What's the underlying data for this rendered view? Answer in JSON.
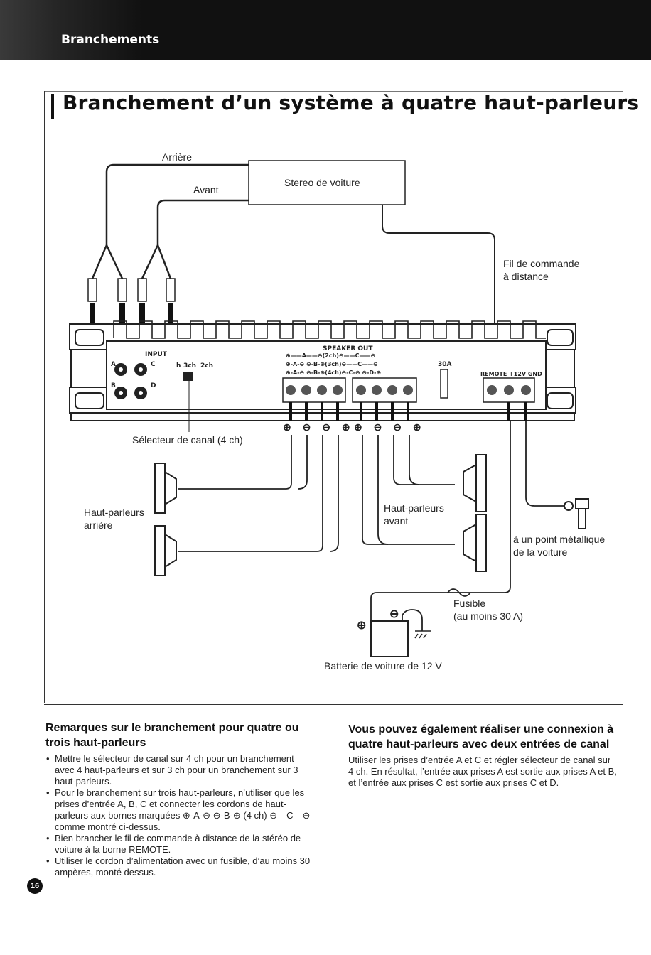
{
  "header": {
    "section_tab": "Branchements",
    "title": "Branchement d’un système à quatre haut-parleurs"
  },
  "diagram": {
    "label_rear": "Arrière",
    "label_front": "Avant",
    "label_stereo": "Stereo de voiture",
    "label_remote_wire_line1": "Fil de commande",
    "label_remote_wire_line2": "à distance",
    "amp_input": "INPUT",
    "amp_input_a": "A",
    "amp_input_b": "B",
    "amp_input_c": "C",
    "amp_input_d": "D",
    "amp_selector_3ch": "3ch",
    "amp_selector_2ch": "2ch",
    "amp_selector_h": "h",
    "speaker_out": "SPEAKER OUT",
    "speaker_line1": "⊕——A——⊖(2ch)⊖——C——⊖",
    "speaker_line2": "⊕-A-⊖  ⊖-B-⊕(3ch)⊖——C——⊖",
    "speaker_line3": "⊕-A-⊖  ⊖-B-⊕(4ch)⊖-C-⊖  ⊖-D-⊕",
    "fuse_rating": "30A",
    "remote_terminal": "REMOTE",
    "power_terminals": "+12V GND",
    "polarity_left": "⊕ ⊖ ⊖ ⊕",
    "polarity_right": "⊕ ⊖ ⊖ ⊕",
    "label_selector": "Sélecteur de canal (4 ch)",
    "label_rear_speakers_line1": "Haut-parleurs",
    "label_rear_speakers_line2": "arrière",
    "label_front_speakers_line1": "Haut-parleurs",
    "label_front_speakers_line2": "avant",
    "label_ground_line1": "à un point métallique",
    "label_ground_line2": "de la voiture",
    "label_fuse_line1": "Fusible",
    "label_fuse_line2": "(au moins  30 A)",
    "label_battery": "Batterie de voiture de 12 V",
    "battery_plus": "⊕",
    "battery_minus": "⊖"
  },
  "notes_left": {
    "heading": "Remarques sur le branchement pour quatre ou trois haut-parleurs",
    "bullets": [
      "Mettre le sélecteur de canal sur 4 ch pour un branchement avec 4 haut-parleurs et sur 3 ch pour un branchement sur 3 haut-parleurs.",
      "Pour le branchement sur trois haut-parleurs, n’utiliser que les prises d’entrée A, B, C et connecter les cordons de haut-parleurs aux bornes marquées ⊕-A-⊖ ⊖-B-⊕ (4 ch) ⊖—C—⊖ comme montré ci-dessus.",
      "Bien brancher le fil de commande à distance de la stéréo de voiture à la borne REMOTE.",
      "Utiliser le cordon d’alimentation avec un fusible, d’au moins 30 ampères, monté dessus."
    ]
  },
  "notes_right": {
    "heading": "Vous pouvez également réaliser une connexion à quatre haut-parleurs avec deux entrées de canal",
    "text": "Utiliser les prises d’entrée A et C et régler sélecteur de canal sur 4 ch. En résultat, l’entrée aux prises A est sortie aux prises A et B, et l’entrée aux prises C est sortie aux prises C et D."
  },
  "page_number": "16"
}
